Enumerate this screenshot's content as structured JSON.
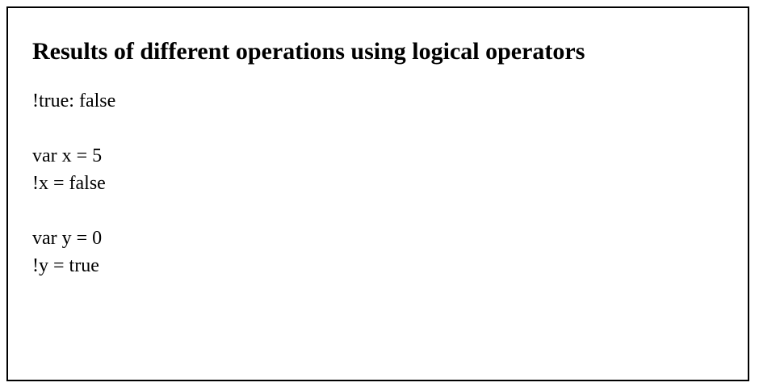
{
  "heading": "Results of different operations using logical operators",
  "lines": {
    "not_true": "!true: false",
    "var_x": "var x = 5",
    "not_x": "!x = false",
    "var_y": "var y = 0",
    "not_y": "!y = true"
  },
  "colors": {
    "text": "#000000",
    "border": "#000000",
    "background": "#ffffff"
  }
}
